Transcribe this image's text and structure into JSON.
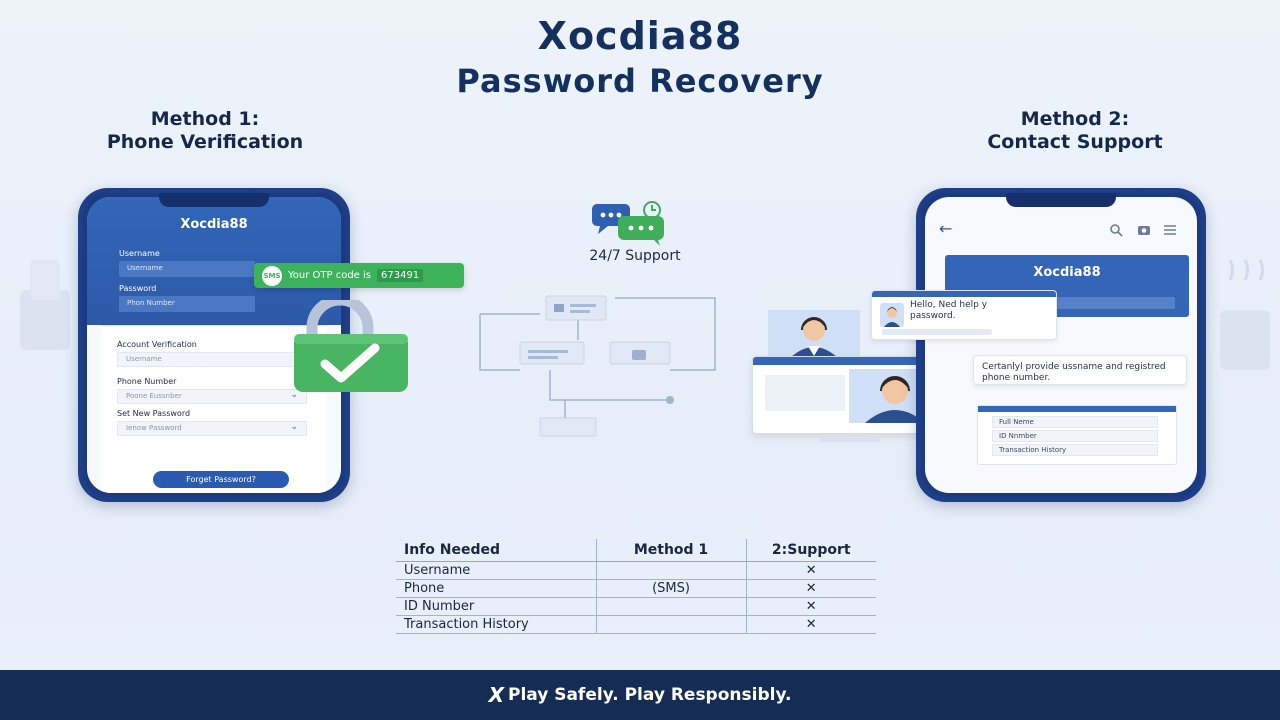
{
  "header": {
    "title": "Xocdia88",
    "subtitle": "Password Recovery"
  },
  "method1": {
    "line1": "Method 1:",
    "line2": "Phone Verification",
    "phone": {
      "brand": "Xocdia88",
      "username_label": "Username",
      "username_placeholder": "Username",
      "password_label": "Password",
      "password_placeholder": "Phon Number",
      "otp": {
        "badge": "SMS",
        "text": "Your OTP code is",
        "code": "673491"
      },
      "card": {
        "title": "Account Verification",
        "username_placeholder": "Username",
        "phone_label": "Phone Number",
        "phone_placeholder": "Poone Eussnber",
        "new_password_label": "Set New Password",
        "new_password_placeholder": "Ienow Password",
        "forget_button": "Forget Password?"
      }
    }
  },
  "center": {
    "support_label": "24/7 Support"
  },
  "method2": {
    "line1": "Method 2:",
    "line2": "Contact Support",
    "phone": {
      "brand": "Xocdia88",
      "user_message": "Hello, Ned help y password.",
      "agent_message": "Certanlyl provide ussname and registred phone number.",
      "form_rows": [
        "Full Neme",
        "ID Nnmber",
        "Transaction History"
      ]
    }
  },
  "table": {
    "headers": [
      "Info Needed",
      "Method 1",
      "2:Support"
    ],
    "rows": [
      [
        "Username",
        "",
        "✕"
      ],
      [
        "Phone",
        "(SMS)",
        "✕"
      ],
      [
        "ID Number",
        "",
        "✕"
      ],
      [
        "Transaction History",
        "",
        "✕"
      ]
    ]
  },
  "footer": {
    "logo": "X",
    "text": "Play Safely. Play Responsibly."
  },
  "colors": {
    "brand_blue": "#2c5aa8",
    "navy": "#152c54",
    "green": "#3cb35a"
  },
  "icons": [
    "lock-check-icon",
    "chat-bubbles-icon",
    "back-arrow-icon",
    "search-icon",
    "camera-icon",
    "menu-icon",
    "headset-agent-avatar",
    "user-avatar"
  ]
}
